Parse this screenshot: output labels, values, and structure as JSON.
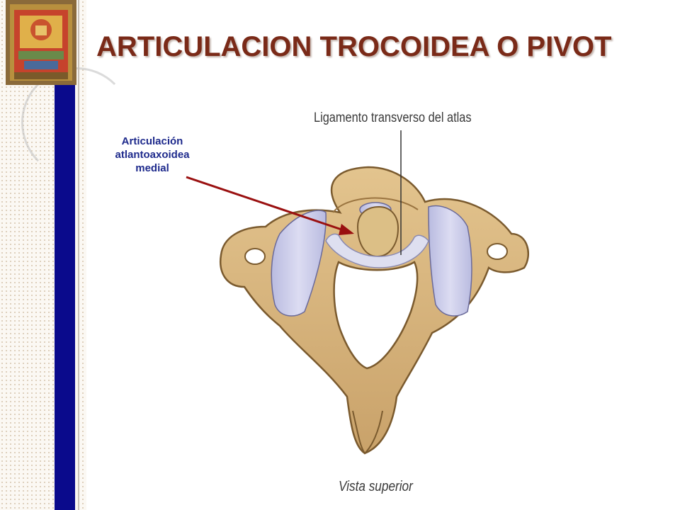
{
  "slide": {
    "title": "ARTICULACION TROCOIDEA O PIVOT"
  },
  "figure": {
    "label_articulation": "Articulación atlantoaxoidea medial",
    "label_ligament": "Ligamento transverso del atlas",
    "caption": "Vista superior"
  },
  "colors": {
    "title": "#7a2a18",
    "label_blue": "#1e2a8c",
    "arrow": "#9a1010",
    "side_bar": "#0a0a8c",
    "bone": "#d8b77e",
    "bone_outline": "#7a5a2e",
    "cartilage": "#c7c8e6"
  }
}
